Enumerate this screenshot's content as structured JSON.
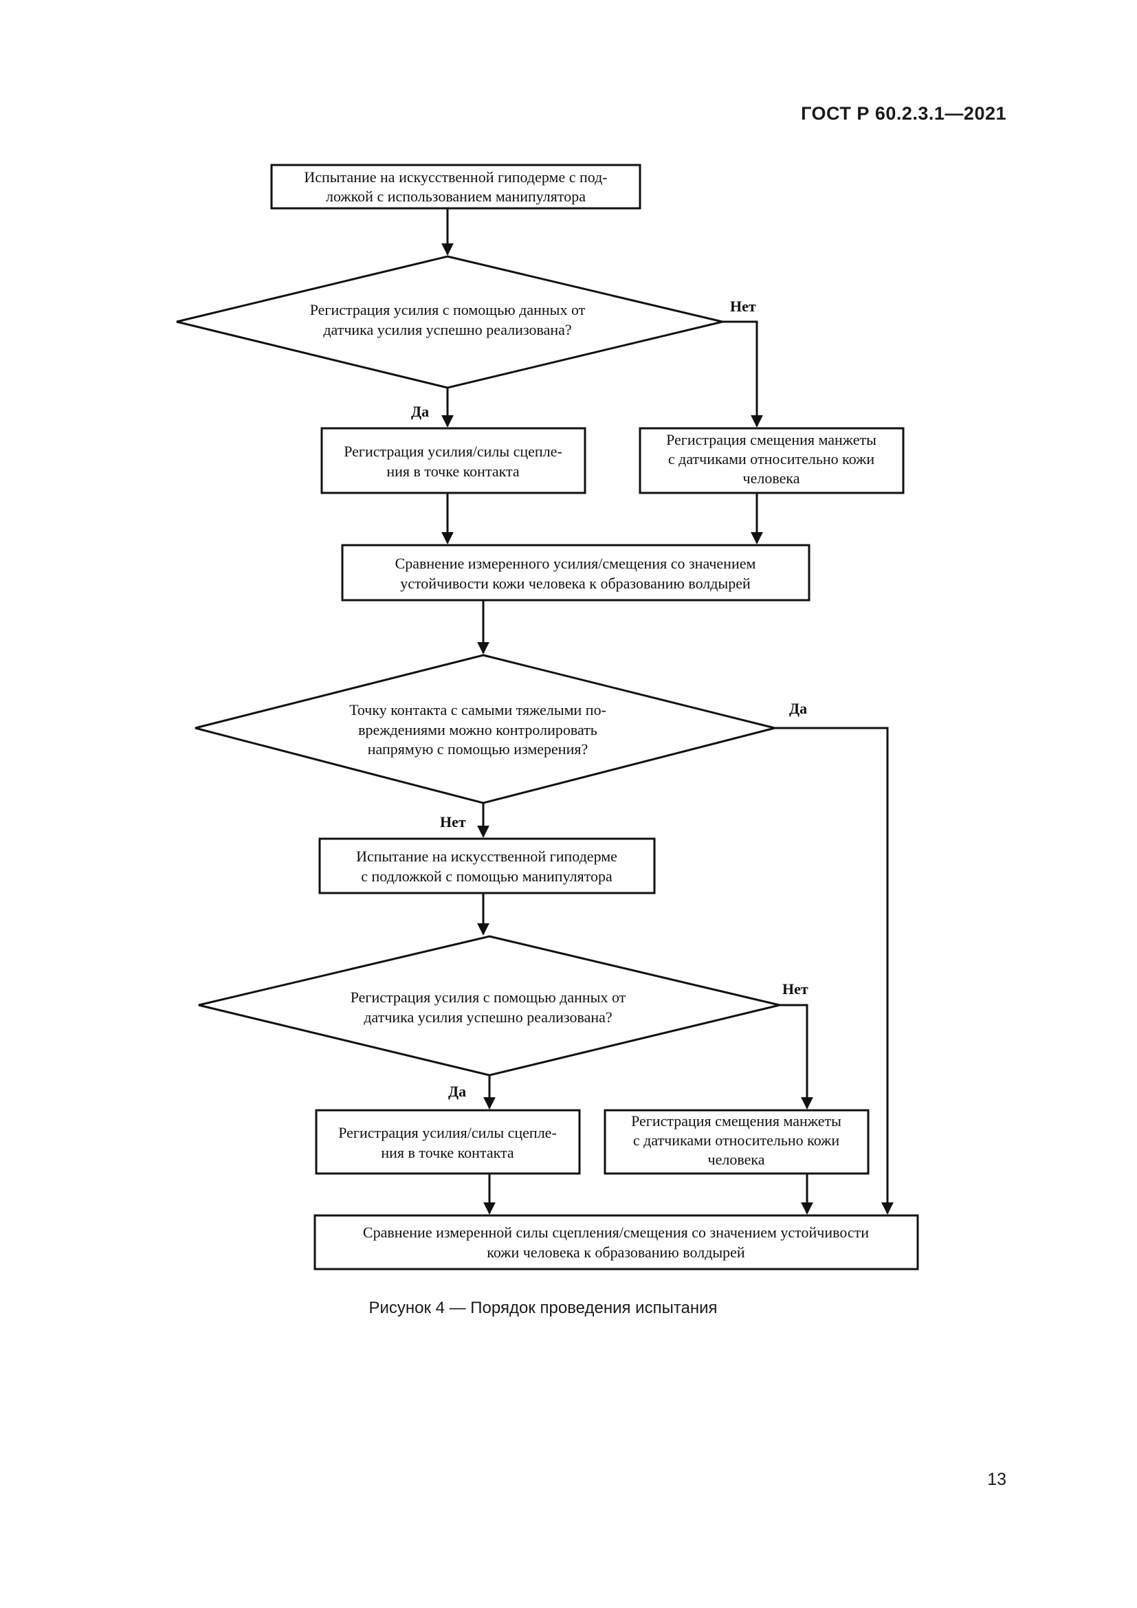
{
  "header": {
    "doc_code": "ГОСТ Р 60.2.3.1—2021"
  },
  "flowchart": {
    "start": [
      "Испытание на искусственной гиподерме с под-",
      "ложкой с использованием манипулятора"
    ],
    "decision1": [
      "Регистрация усилия с помощью данных от",
      "датчика усилия успешно реализована?"
    ],
    "decision1_no": "Нет",
    "decision1_yes": "Да",
    "box_force1": [
      "Регистрация усилия/силы сцепле-",
      "ния в точке контакта"
    ],
    "box_cuff1": [
      "Регистрация смещения манжеты",
      "с датчиками относительно кожи",
      "человека"
    ],
    "compare1": [
      "Сравнение измеренного усилия/смещения со значением",
      "устойчивости кожи человека к образованию волдырей"
    ],
    "decision2": [
      "Точку контакта с самыми тяжелыми по-",
      "вреждениями можно контролировать",
      "напрямую с помощью измерения?"
    ],
    "decision2_yes": "Да",
    "decision2_no": "Нет",
    "box_test2": [
      "Испытание на искусственной гиподерме",
      "с подложкой с помощью манипулятора"
    ],
    "decision3": [
      "Регистрация усилия с помощью данных от",
      "датчика усилия успешно реализована?"
    ],
    "decision3_no": "Нет",
    "decision3_yes": "Да",
    "box_force2": [
      "Регистрация усилия/силы сцепле-",
      "ния в точке контакта"
    ],
    "box_cuff2": [
      "Регистрация смещения манжеты",
      "с датчиками относительно кожи",
      "человека"
    ],
    "compare2": [
      "Сравнение измеренной силы сцепления/смещения со значением устойчивости",
      "кожи человека к образованию волдырей"
    ]
  },
  "caption": "Рисунок 4 — Порядок проведения испытания",
  "footer": {
    "page_number": "13"
  }
}
